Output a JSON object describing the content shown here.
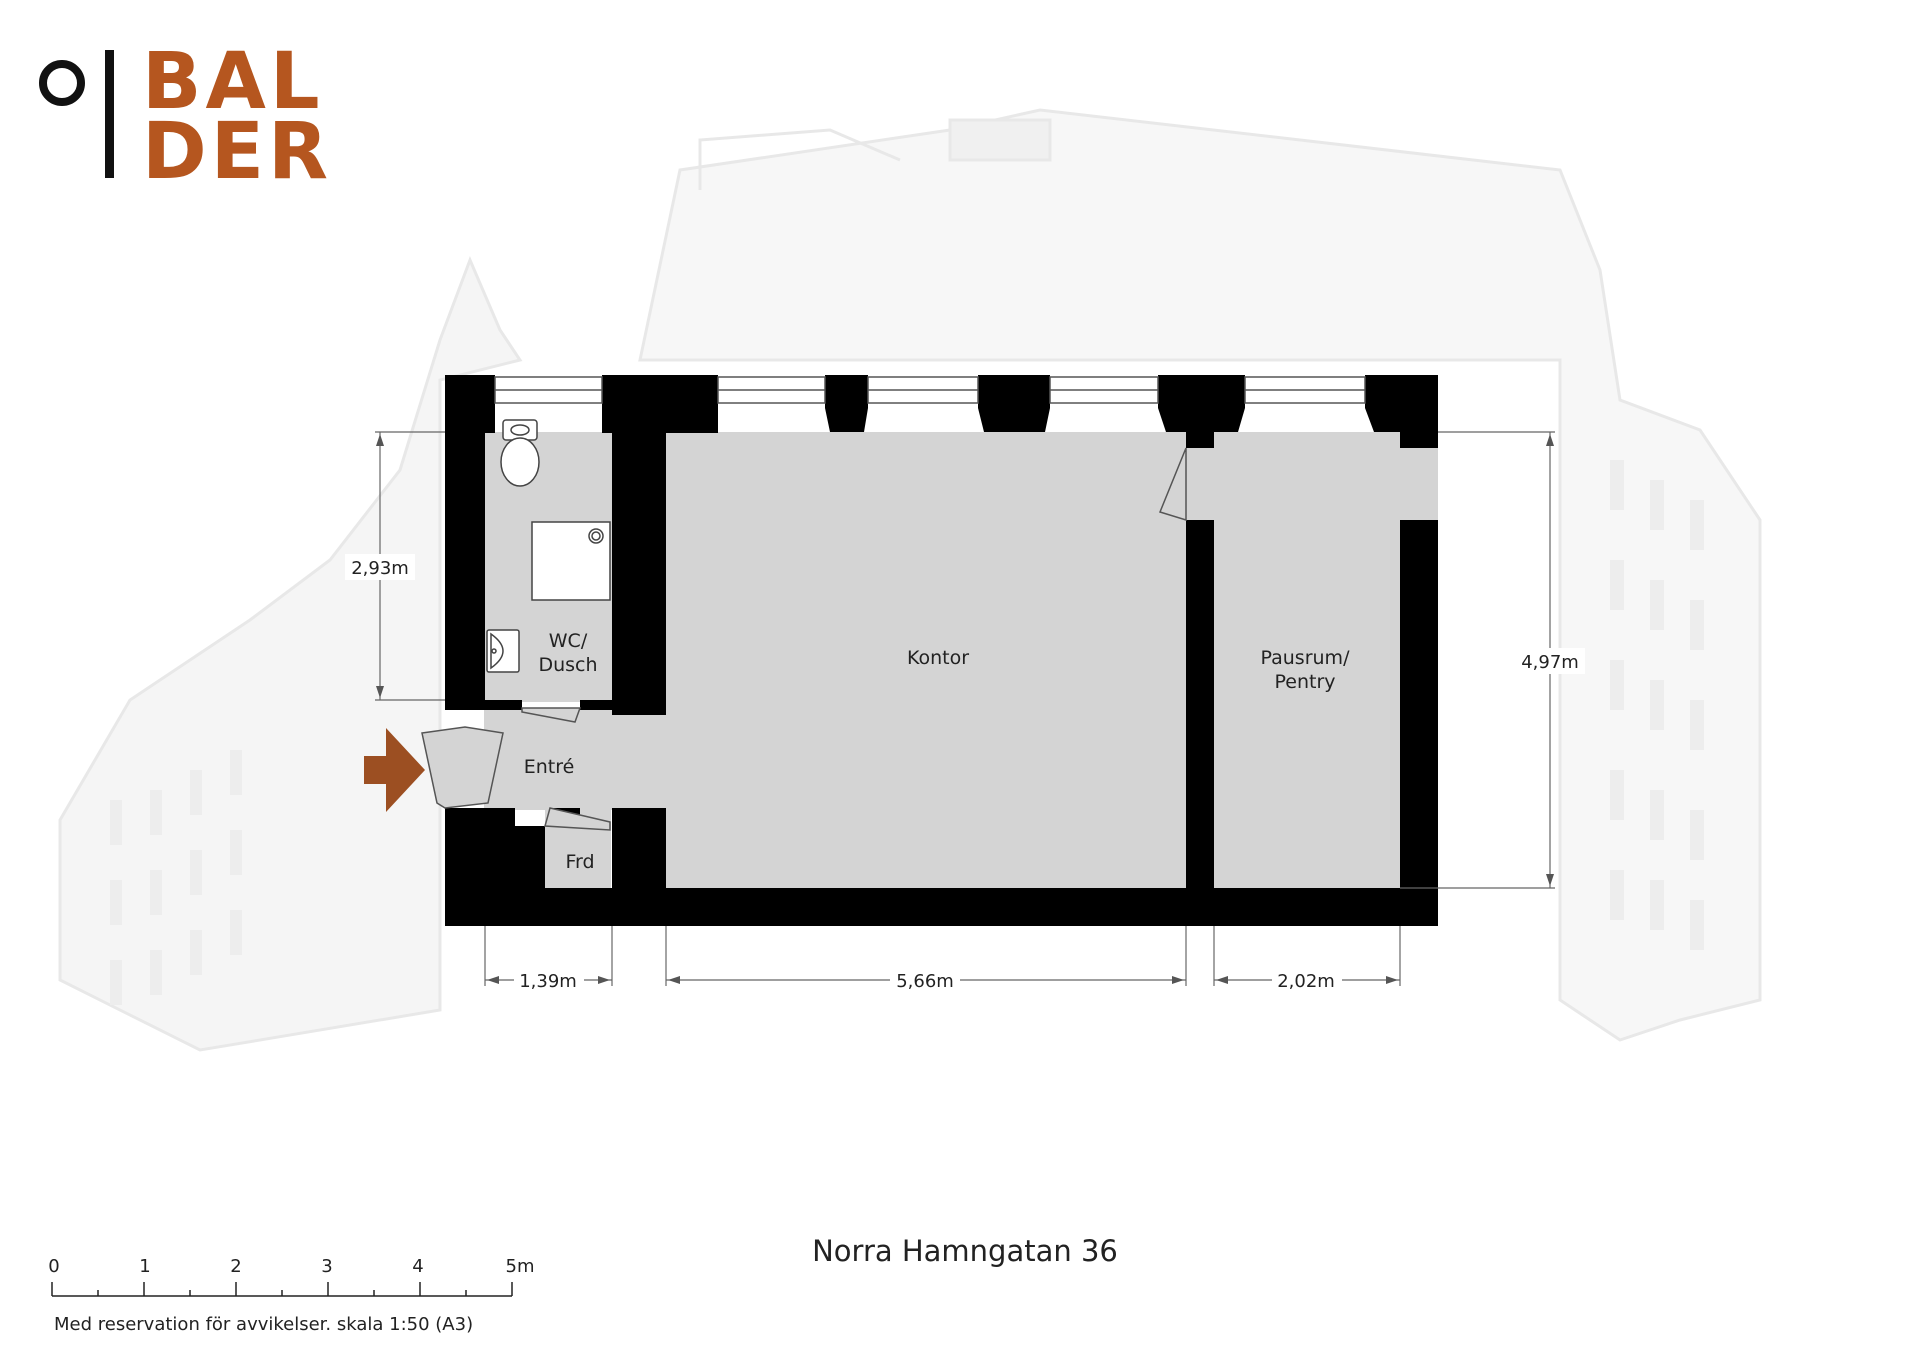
{
  "logo": {
    "line1": "BAL",
    "line2": "DER",
    "brand_color": "#b5561f"
  },
  "rooms": {
    "wc": [
      "WC/",
      "Dusch"
    ],
    "entre": "Entré",
    "frd": "Frd",
    "kontor": "Kontor",
    "pausrum": [
      "Pausrum/",
      "Pentry"
    ]
  },
  "dimensions": {
    "wc_height": "2,93m",
    "total_height": "4,97m",
    "width_left": "1,39m",
    "width_mid": "5,66m",
    "width_right": "2,02m"
  },
  "entrance_arrow": {
    "icon": "entrance-arrow-icon",
    "color": "#9c4f22"
  },
  "address": "Norra Hamngatan 36",
  "scale_bar": {
    "ticks": [
      "0",
      "1",
      "2",
      "3",
      "4",
      "5m"
    ],
    "note": "Med reservation för avvikelser. skala 1:50 (A3)"
  },
  "colors": {
    "wall": "#000000",
    "floor": "#d4d4d4"
  }
}
